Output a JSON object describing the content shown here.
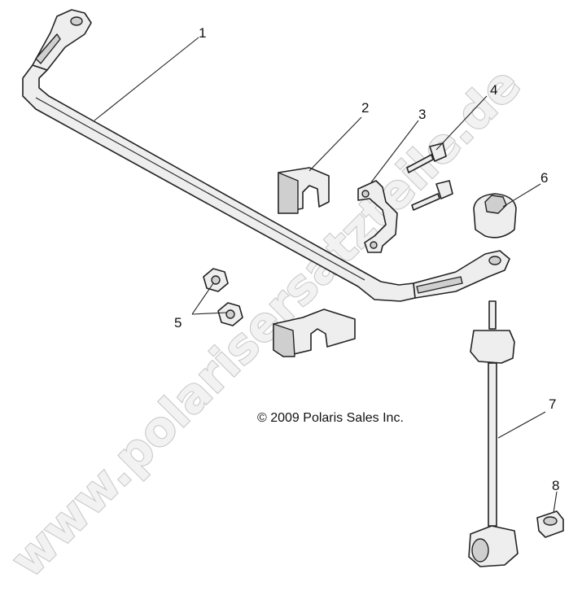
{
  "watermark": "www.polarisersatzteile.de",
  "copyright": "© 2009 Polaris Sales Inc.",
  "callouts": [
    {
      "id": "callout-1",
      "label": "1"
    },
    {
      "id": "callout-2",
      "label": "2"
    },
    {
      "id": "callout-3",
      "label": "3"
    },
    {
      "id": "callout-4",
      "label": "4"
    },
    {
      "id": "callout-5",
      "label": "5"
    },
    {
      "id": "callout-6",
      "label": "6"
    },
    {
      "id": "callout-7",
      "label": "7"
    },
    {
      "id": "callout-8",
      "label": "8"
    }
  ]
}
